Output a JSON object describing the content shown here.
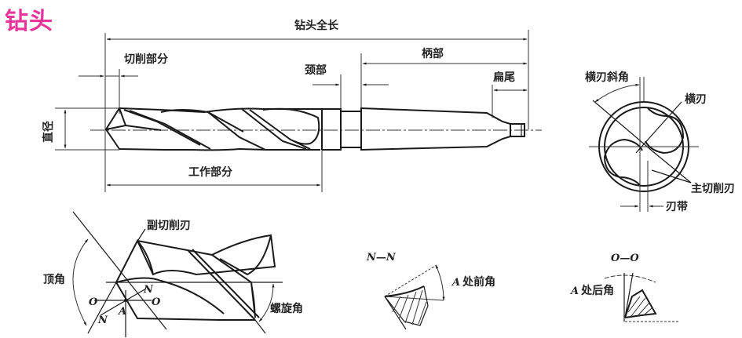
{
  "title": "钻头",
  "title_color": "#e8359a",
  "main_view": {
    "labels": {
      "total_length": "钻头全长",
      "cutting_part": "切削部分",
      "neck": "颈部",
      "shank": "柄部",
      "tang": "扁尾",
      "diameter": "直径",
      "working_part": "工作部分"
    }
  },
  "end_view": {
    "labels": {
      "chisel_edge_angle": "横刃斜角",
      "chisel_edge": "横刃",
      "main_cutting_edge": "主切削刃",
      "margin": "刃带"
    }
  },
  "tip_view": {
    "labels": {
      "secondary_cutting_edge": "副切削刃",
      "point_angle": "顶角",
      "helix_angle": "螺旋角",
      "o_left": "O",
      "o_right": "O",
      "n_top": "N",
      "n_bottom": "N",
      "point_a": "A"
    }
  },
  "section_nn": {
    "title": "N—N",
    "label": "A处前角",
    "label_a": "A",
    "label_text": "处前角"
  },
  "section_oo": {
    "title": "O—O",
    "label_a": "A",
    "label_text": "处后角"
  }
}
